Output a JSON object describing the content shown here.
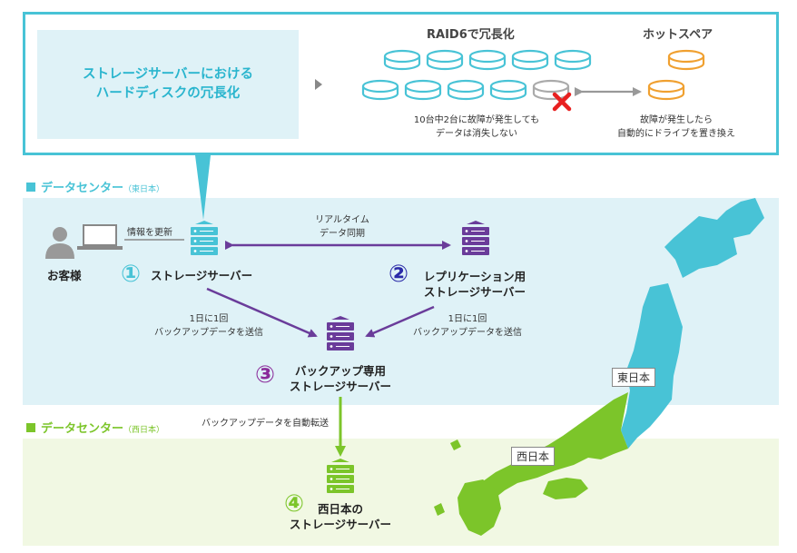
{
  "top": {
    "title_line1": "ストレージサーバーにおける",
    "title_line2": "ハードディスクの冗長化",
    "raid_title": "RAID6で冗長化",
    "raid_note_line1": "10台中2台に故障が発生しても",
    "raid_note_line2": "データは消失しない",
    "spare_title": "ホットスペア",
    "spare_note_line1": "故障が発生したら",
    "spare_note_line2": "自動的にドライブを置き換え"
  },
  "east": {
    "label": "データセンター",
    "sub": "（東日本）",
    "customer": "お客様",
    "update_label": "情報を更新",
    "sync_line1": "リアルタイム",
    "sync_line2": "データ同期",
    "server1_num": "①",
    "server1_label": "ストレージサーバー",
    "server2_num": "②",
    "server2_line1": "レプリケーション用",
    "server2_line2": "ストレージサーバー",
    "backup_left_line1": "1日に1回",
    "backup_left_line2": "バックアップデータを送信",
    "backup_right_line1": "1日に1回",
    "backup_right_line2": "バックアップデータを送信",
    "server3_num": "③",
    "server3_line1": "バックアップ専用",
    "server3_line2": "ストレージサーバー"
  },
  "west": {
    "label": "データセンター",
    "sub": "（西日本）",
    "transfer_label": "バックアップデータを自動転送",
    "server4_num": "④",
    "server4_line1": "西日本の",
    "server4_line2": "ストレージサーバー"
  },
  "map": {
    "east_label": "東日本",
    "west_label": "西日本"
  },
  "colors": {
    "cyan": "#48c3d6",
    "purple": "#6a3c9a",
    "green": "#7cc52a",
    "orange": "#f0a030",
    "red": "#e82020"
  }
}
